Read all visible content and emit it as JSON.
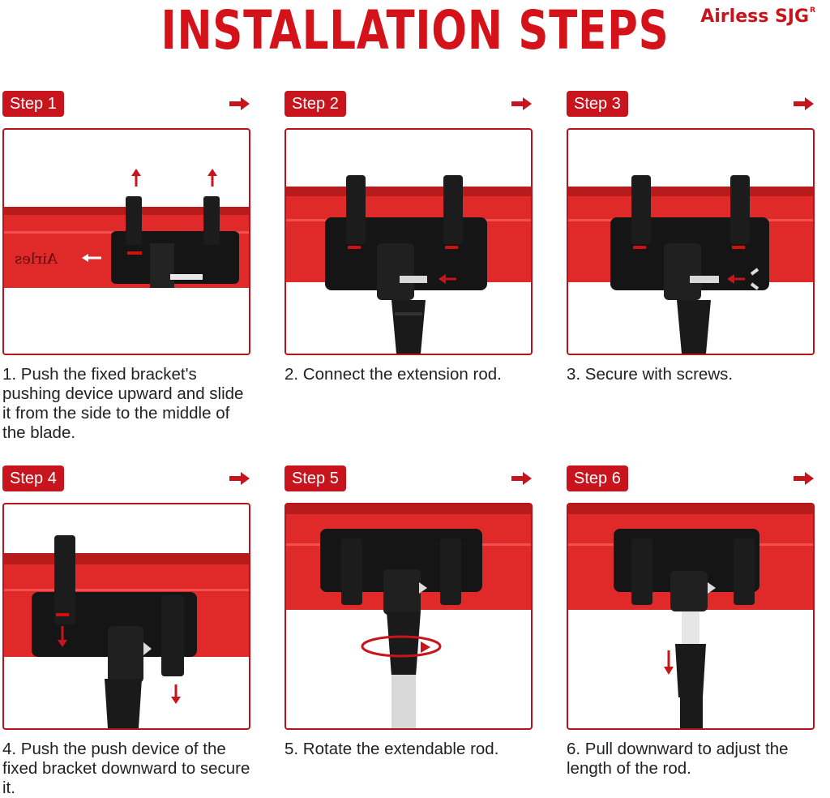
{
  "header": {
    "title": "INSTALLATION STEPS",
    "brand": "Airless SJG",
    "brand_mark": "R"
  },
  "colors": {
    "accent": "#c8141c",
    "blade": "#e02a2a"
  },
  "steps": [
    {
      "label": "Step 1",
      "caption": "1. Push the fixed bracket's pushing device upward and slide it from the side to the middle of the blade.",
      "blade_text": "Airles"
    },
    {
      "label": "Step 2",
      "caption": "2. Connect the extension rod."
    },
    {
      "label": "Step 3",
      "caption": "3. Secure with screws."
    },
    {
      "label": "Step 4",
      "caption": "4. Push the push device of the fixed bracket downward to secure it."
    },
    {
      "label": "Step 5",
      "caption": "5. Rotate the extendable rod."
    },
    {
      "label": "Step 6",
      "caption": "6. Pull downward to adjust the length of the rod."
    }
  ]
}
